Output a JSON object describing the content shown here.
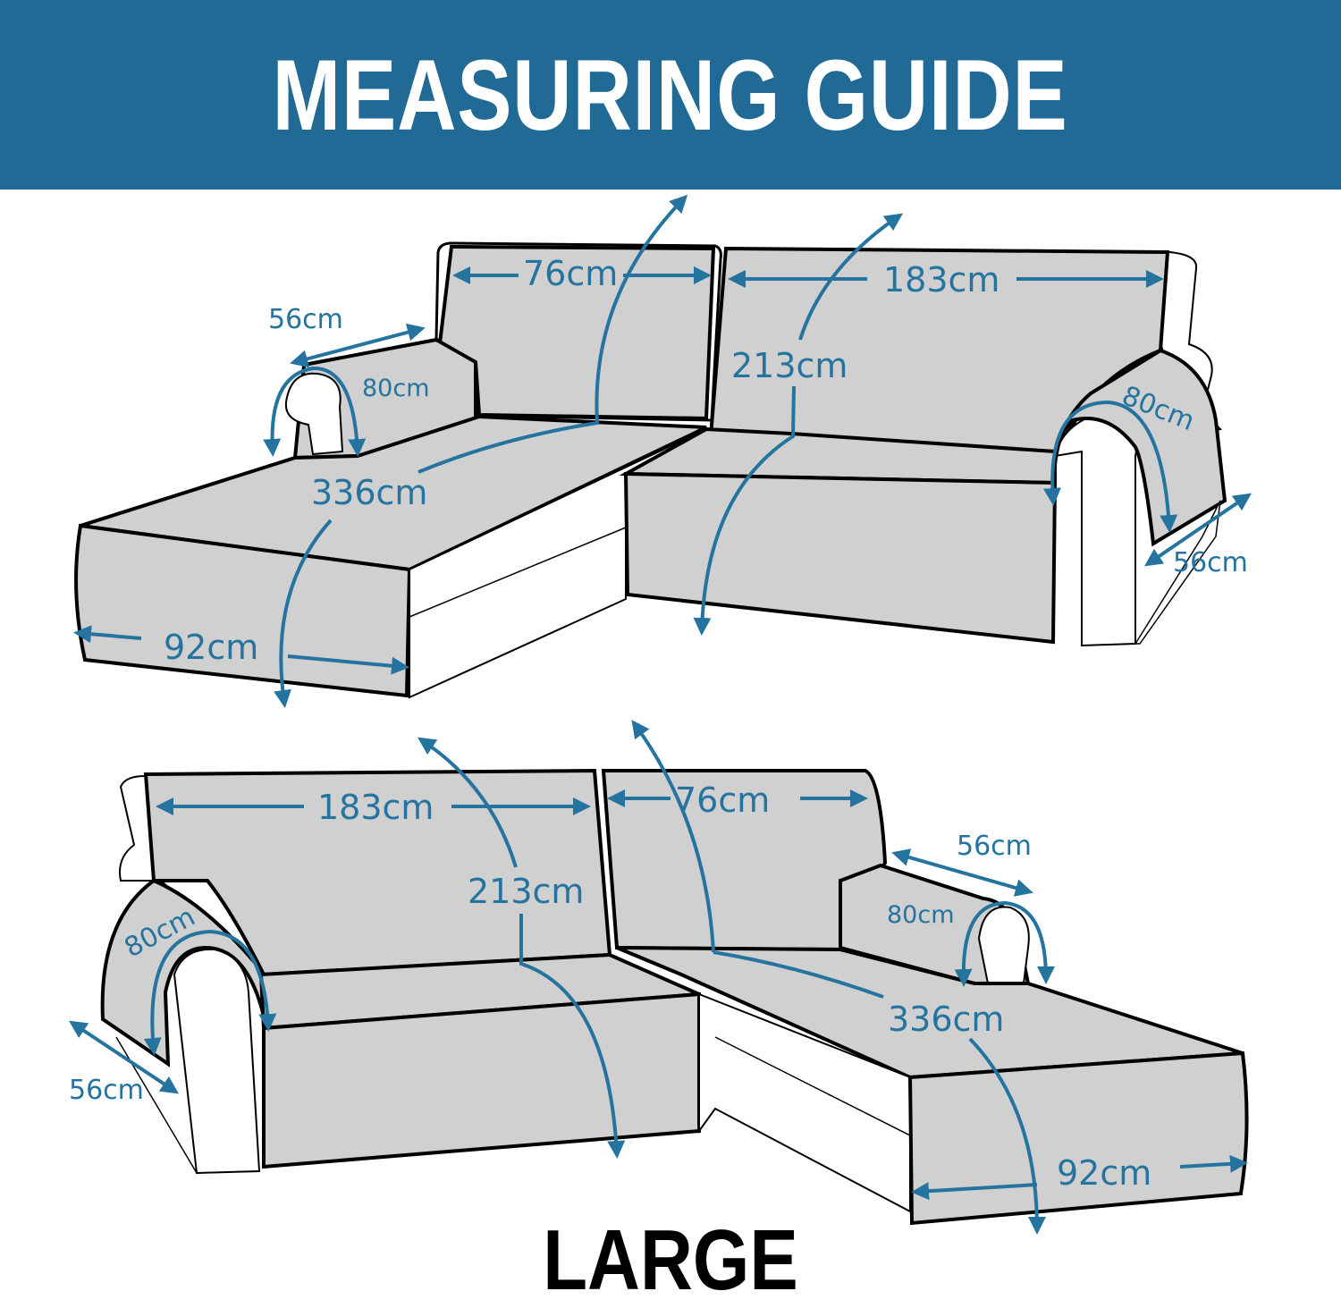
{
  "header": {
    "title": "MEASURING GUIDE",
    "background": "#206a95"
  },
  "footer": {
    "size_label": "LARGE"
  },
  "colors": {
    "measure_blue": "#25739f",
    "cover_gray": "#d0d0d0",
    "outline": "#000000"
  },
  "top_diagram": {
    "orientation": "left-chaise",
    "measurements": {
      "chaise_back_width": "76cm",
      "chaise_arm_depth": "56cm",
      "chaise_arm_wrap": "80cm",
      "chaise_total_length": "336cm",
      "chaise_front_width": "92cm",
      "sofa_back_width": "183cm",
      "sofa_total_length": "213cm",
      "sofa_arm_wrap": "80cm",
      "sofa_arm_depth": "56cm"
    }
  },
  "bottom_diagram": {
    "orientation": "right-chaise",
    "measurements": {
      "sofa_back_width": "183cm",
      "sofa_total_length": "213cm",
      "sofa_arm_wrap": "80cm",
      "sofa_arm_depth": "56cm",
      "chaise_back_width": "76cm",
      "chaise_arm_depth": "56cm",
      "chaise_arm_wrap": "80cm",
      "chaise_total_length": "336cm",
      "chaise_front_width": "92cm"
    }
  }
}
